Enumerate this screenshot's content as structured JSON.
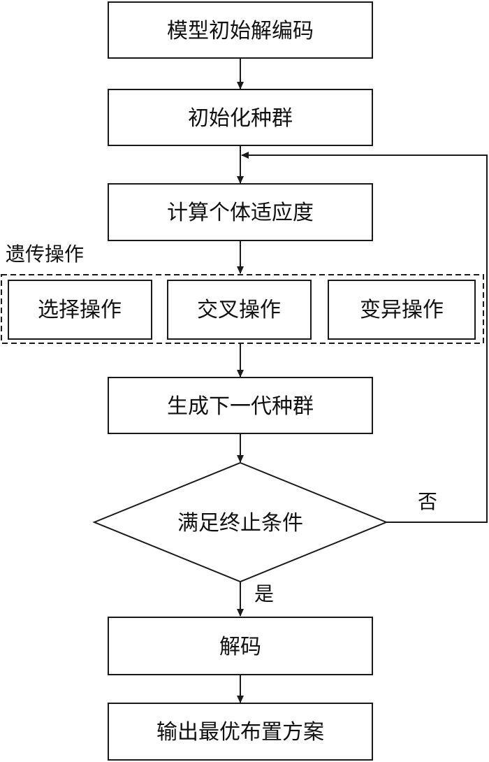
{
  "flowchart": {
    "steps": {
      "decode_init": "模型初始解编码",
      "init_population": "初始化种群",
      "compute_fitness": "计算个体适应度",
      "next_generation": "生成下一代种群",
      "decode": "解码",
      "output": "输出最优布置方案"
    },
    "genetic_group": {
      "title": "遗传操作",
      "operations": {
        "selection": "选择操作",
        "crossover": "交叉操作",
        "mutation": "变异操作"
      }
    },
    "decision": {
      "question": "满足终止条件",
      "yes_label": "是",
      "no_label": "否"
    }
  },
  "colors": {
    "stroke": "#1a1a1a",
    "text": "#111111",
    "background": "#ffffff"
  }
}
